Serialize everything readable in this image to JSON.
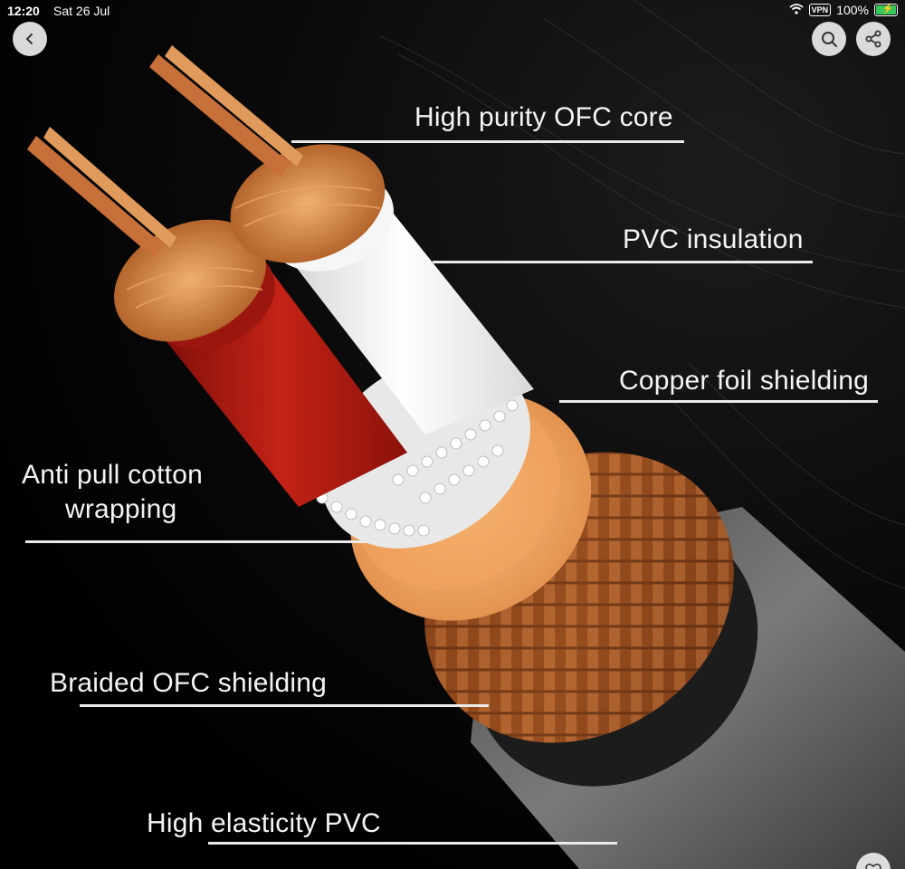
{
  "status_bar": {
    "time": "12:20",
    "date": "Sat 26 Jul",
    "vpn": "VPN",
    "battery": "100%"
  },
  "toolbar": {
    "back_icon": "chevron-left-icon",
    "search_icon": "search-icon",
    "share_icon": "share-icon"
  },
  "image": {
    "labels": {
      "core": "High purity OFC core",
      "insulation": "PVC insulation",
      "foil": "Copper foil shielding",
      "cotton_line1": "Anti pull cotton",
      "cotton_line2": "wrapping",
      "braid": "Braided OFC shielding",
      "jacket": "High elasticity PVC"
    }
  },
  "colors": {
    "copper": "#c9743c",
    "red_insulation": "#b01a12",
    "white_insulation": "#f2f2f2",
    "jacket": "#6a6a6a",
    "battery": "#35c759"
  }
}
